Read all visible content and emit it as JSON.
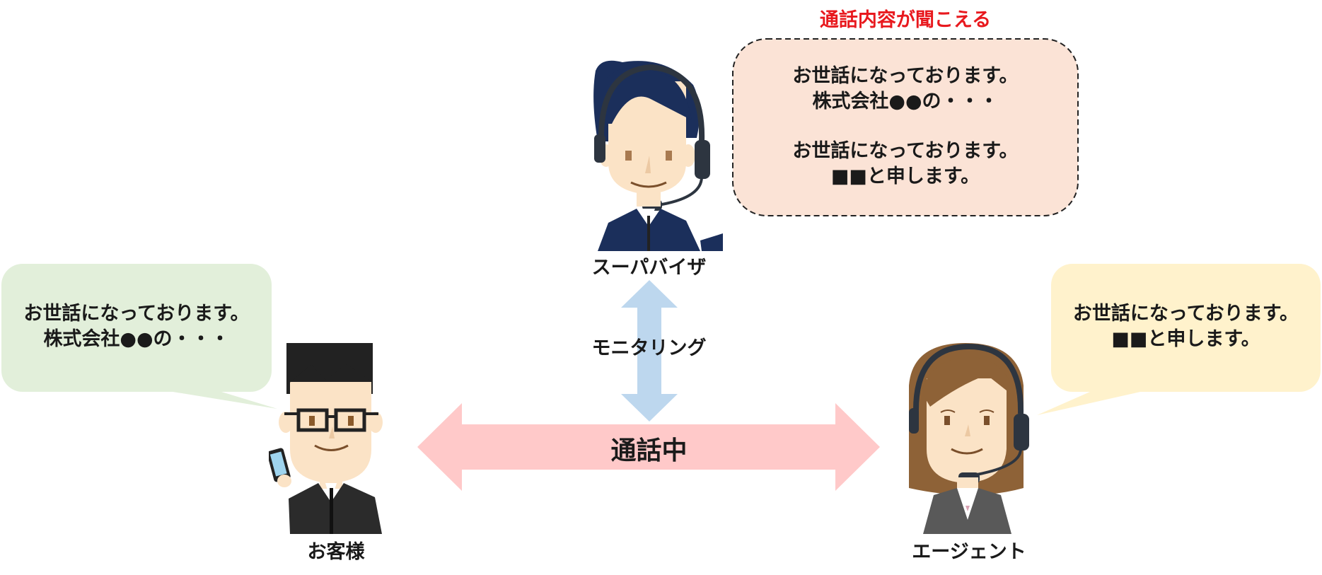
{
  "monitor_note": "通話内容が聞こえる",
  "supervisor": {
    "label": "スーパバイザ",
    "bubble_lines": [
      "お世話になっております。",
      "株式会社●●の・・・",
      "",
      "お世話になっております。",
      "■■と申します。"
    ]
  },
  "customer": {
    "label": "お客様",
    "bubble_lines": [
      "お世話になっております。",
      "株式会社●●の・・・"
    ]
  },
  "agent": {
    "label": "エージェント",
    "bubble_lines": [
      "お世話になっております。",
      "■■と申します。"
    ]
  },
  "monitoring_label": "モニタリング",
  "call_label": "通話中",
  "colors": {
    "note_red": "#e8191e",
    "supervisor_bubble": "#fbe3d6",
    "customer_bubble": "#e2efda",
    "agent_bubble": "#fff2cc",
    "call_arrow": "#ffc9c9",
    "monitor_arrow": "#bdd7ee",
    "navy": "#1b2f5b",
    "skin": "#fbe3c6"
  }
}
